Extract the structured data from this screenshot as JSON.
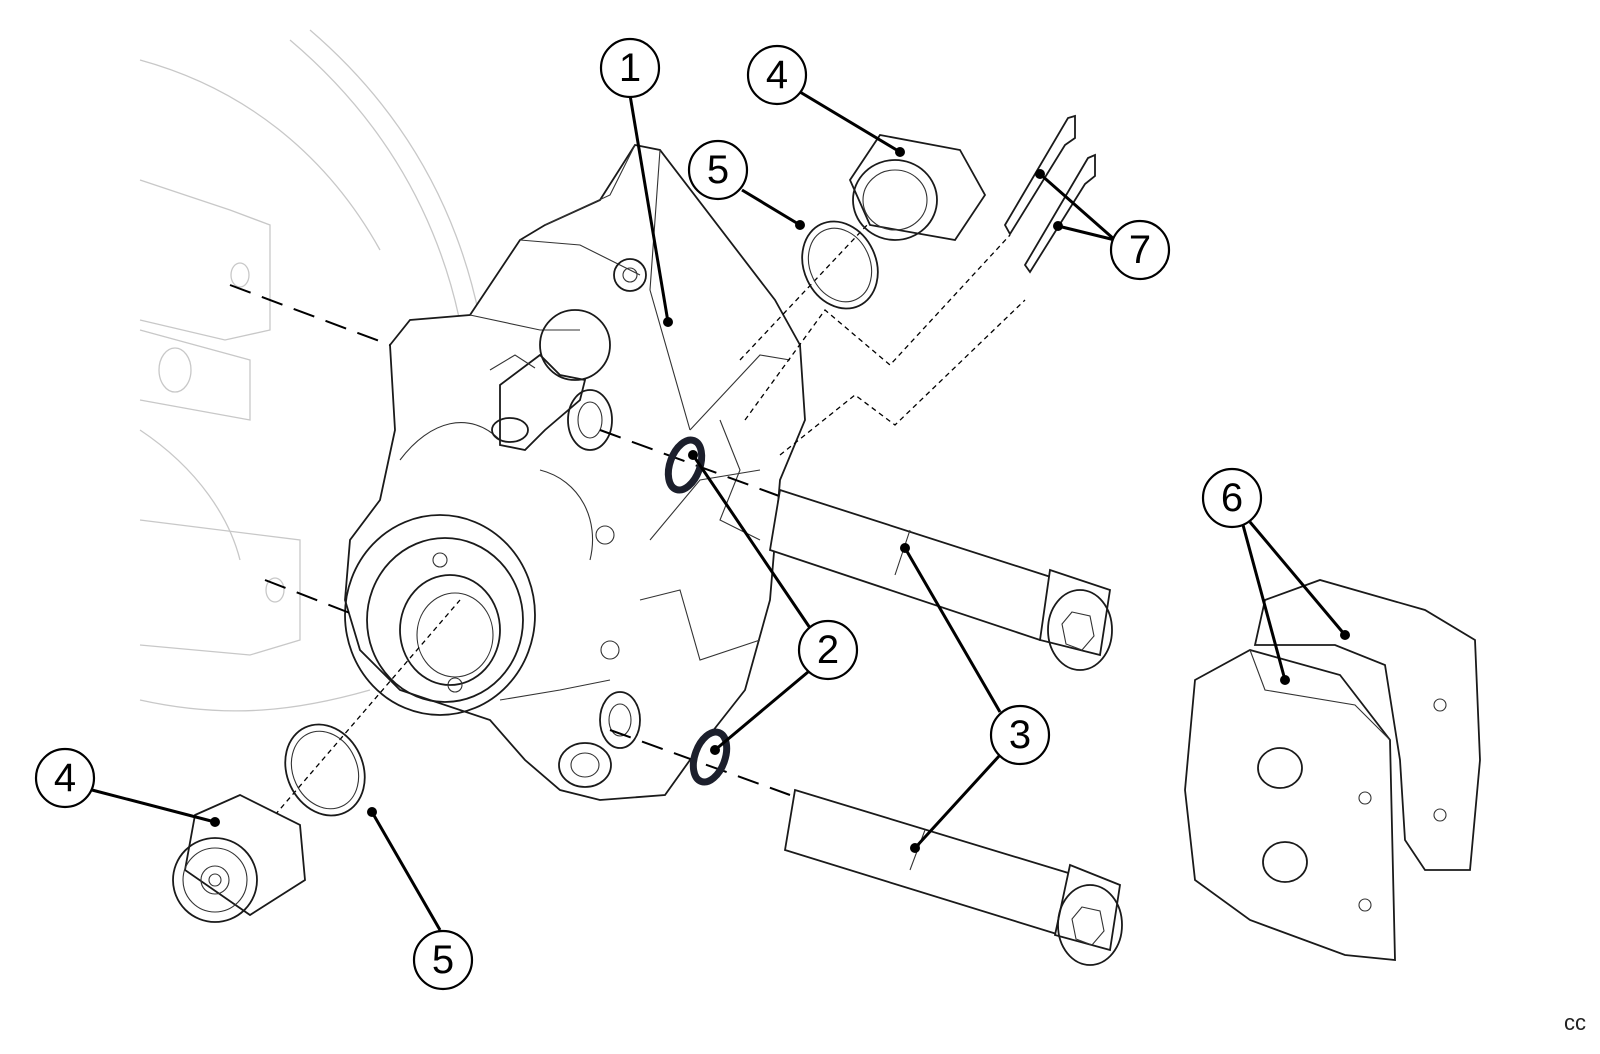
{
  "callouts": [
    {
      "id": "1",
      "label": "1"
    },
    {
      "id": "2",
      "label": "2"
    },
    {
      "id": "3",
      "label": "3"
    },
    {
      "id": "4a",
      "label": "4"
    },
    {
      "id": "4b",
      "label": "4"
    },
    {
      "id": "5a",
      "label": "5"
    },
    {
      "id": "5b",
      "label": "5"
    },
    {
      "id": "6",
      "label": "6"
    },
    {
      "id": "7",
      "label": "7"
    }
  ],
  "corner_mark": "cc",
  "colors": {
    "background": "#ffffff",
    "ink": "#000000",
    "seal_ring": "#1c1f2c",
    "ghost": "#c8c8c8"
  }
}
